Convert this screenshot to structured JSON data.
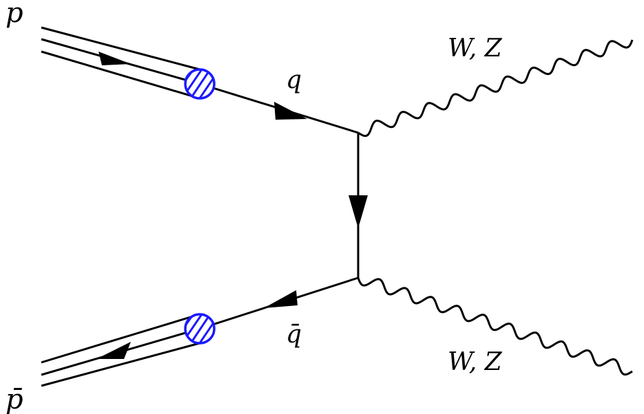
{
  "diagram": {
    "labels": {
      "proton": "p",
      "antiproton": "p̄",
      "quark": "q",
      "antiquark": "q̄",
      "boson_top": "W, Z",
      "boson_bottom": "W, Z"
    },
    "colors": {
      "line": "#000000",
      "blob": "#1a1aff",
      "background": "#ffffff"
    }
  }
}
